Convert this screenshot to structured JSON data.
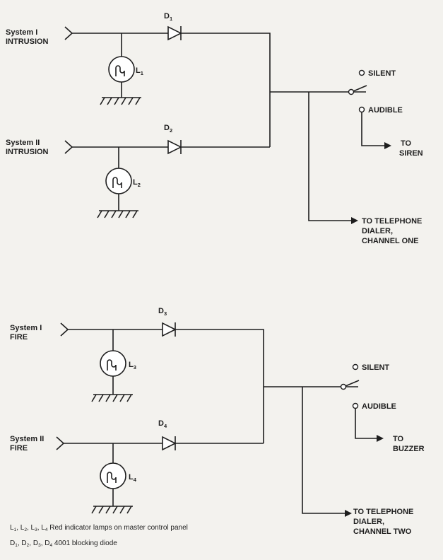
{
  "intrusion": {
    "inputs": [
      {
        "line1": "System I",
        "line2": "INTRUSION"
      },
      {
        "line1": "System II",
        "line2": "INTRUSION"
      }
    ],
    "diodes": [
      {
        "letter": "D",
        "num": "1"
      },
      {
        "letter": "D",
        "num": "2"
      }
    ],
    "lamps": [
      {
        "letter": "L",
        "num": "1"
      },
      {
        "letter": "L",
        "num": "2"
      }
    ],
    "switch": {
      "silent": "SILENT",
      "audible": "AUDIBLE"
    },
    "output_audible": {
      "line1": "TO",
      "line2": "SIREN"
    },
    "output_dialer": {
      "line1": "TO TELEPHONE",
      "line2": "DIALER,",
      "line3": "CHANNEL ONE"
    }
  },
  "fire": {
    "inputs": [
      {
        "line1": "System I",
        "line2": "FIRE"
      },
      {
        "line1": "System II",
        "line2": "FIRE"
      }
    ],
    "diodes": [
      {
        "letter": "D",
        "num": "3"
      },
      {
        "letter": "D",
        "num": "4"
      }
    ],
    "lamps": [
      {
        "letter": "L",
        "num": "3"
      },
      {
        "letter": "L",
        "num": "4"
      }
    ],
    "switch": {
      "silent": "SILENT",
      "audible": "AUDIBLE"
    },
    "output_audible": {
      "line1": "TO",
      "line2": "BUZZER"
    },
    "output_dialer": {
      "line1": "TO TELEPHONE",
      "line2": "DIALER,",
      "line3": "CHANNEL TWO"
    }
  },
  "legend": {
    "lamps": {
      "items": [
        {
          "l": "L",
          "n": "1"
        },
        {
          "l": "L",
          "n": "2"
        },
        {
          "l": "L",
          "n": "3"
        },
        {
          "l": "L",
          "n": "4"
        }
      ],
      "text": " Red indicator lamps on master control panel"
    },
    "diodes": {
      "items": [
        {
          "l": "D",
          "n": "1"
        },
        {
          "l": "D",
          "n": "2"
        },
        {
          "l": "D",
          "n": "3"
        },
        {
          "l": "D",
          "n": "4"
        }
      ],
      "text": " 4001 blocking diode"
    }
  }
}
